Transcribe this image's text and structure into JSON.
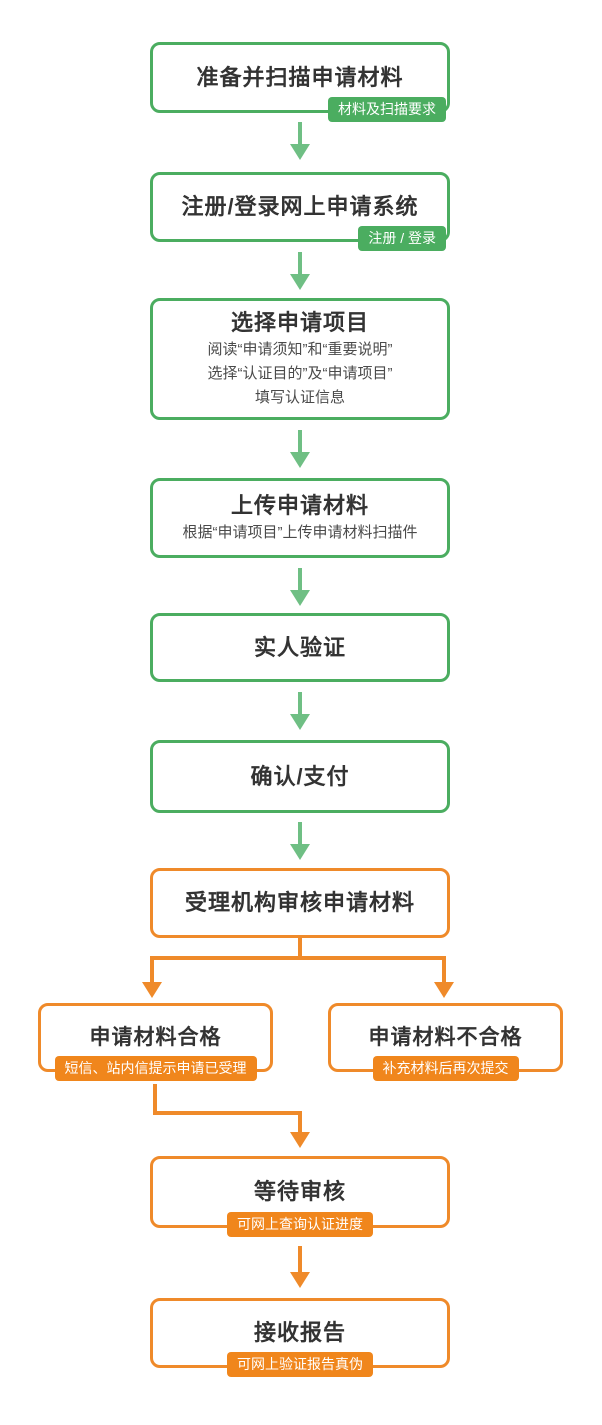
{
  "colors": {
    "green": "#4bad60",
    "green_arrow": "#6fbf84",
    "orange": "#ef8a2a",
    "orange_badge": "#f0861c",
    "title_text": "#333333",
    "subtitle_text": "#4a4a4a"
  },
  "flow": {
    "prepare": {
      "title": "准备并扫描申请材料",
      "badge": "材料及扫描要求"
    },
    "register": {
      "title": "注册/登录网上申请系统",
      "badge": "注册 / 登录"
    },
    "select_project": {
      "title": "选择申请项目",
      "lines": [
        "阅读“申请须知”和“重要说明”",
        "选择“认证目的”及“申请项目”",
        "填写认证信息"
      ]
    },
    "upload": {
      "title": "上传申请材料",
      "lines": [
        "根据“申请项目”上传申请材料扫描件"
      ]
    },
    "verify": {
      "title": "实人验证"
    },
    "confirm_pay": {
      "title": "确认/支付"
    },
    "review": {
      "title": "受理机构审核申请材料"
    },
    "qualified": {
      "title": "申请材料合格",
      "badge": "短信、站内信提示申请已受理"
    },
    "unqualified": {
      "title": "申请材料不合格",
      "badge": "补充材料后再次提交"
    },
    "waiting": {
      "title": "等待审核",
      "badge": "可网上查询认证进度"
    },
    "receive": {
      "title": "接收报告",
      "badge": "可网上验证报告真伪"
    }
  }
}
